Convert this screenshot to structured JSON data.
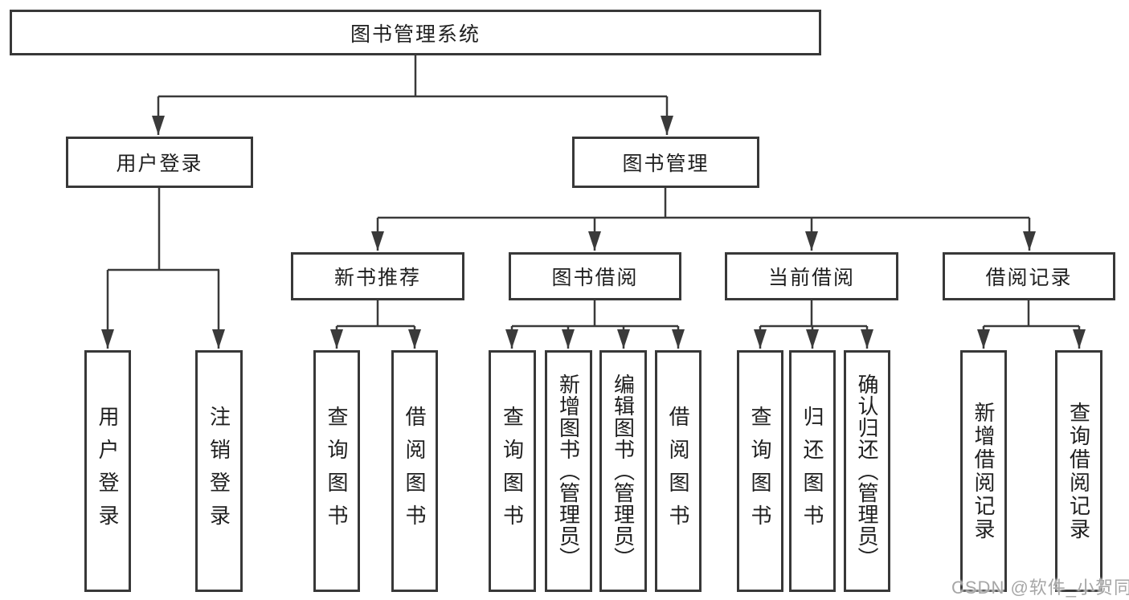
{
  "diagram": {
    "root": {
      "label": "图书管理系统"
    },
    "level1": [
      {
        "label": "用户登录"
      },
      {
        "label": "图书管理"
      }
    ],
    "level2": [
      {
        "label": "新书推荐"
      },
      {
        "label": "图书借阅"
      },
      {
        "label": "当前借阅"
      },
      {
        "label": "借阅记录"
      }
    ],
    "leaves": [
      {
        "label": "用户登录",
        "parent": "用户登录"
      },
      {
        "label": "注销登录",
        "parent": "用户登录"
      },
      {
        "label": "查询图书",
        "parent": "新书推荐"
      },
      {
        "label": "借阅图书",
        "parent": "新书推荐"
      },
      {
        "label": "查询图书",
        "parent": "图书借阅"
      },
      {
        "label": "新增图书（管理员）",
        "parent": "图书借阅"
      },
      {
        "label": "编辑图书（管理员）",
        "parent": "图书借阅"
      },
      {
        "label": "借阅图书",
        "parent": "图书借阅"
      },
      {
        "label": "查询图书",
        "parent": "当前借阅"
      },
      {
        "label": "归还图书",
        "parent": "当前借阅"
      },
      {
        "label": "确认归还（管理员）",
        "parent": "当前借阅"
      },
      {
        "label": "新增借阅记录",
        "parent": "借阅记录"
      },
      {
        "label": "查询借阅记录",
        "parent": "借阅记录"
      }
    ]
  },
  "watermark": {
    "text": "CSDN @软件_小贺同学"
  },
  "colors": {
    "line": "#3a3a3a",
    "box_border": "#383838",
    "text": "#1f1f1f",
    "watermark": "#a6a6a6",
    "background": "#ffffff"
  }
}
